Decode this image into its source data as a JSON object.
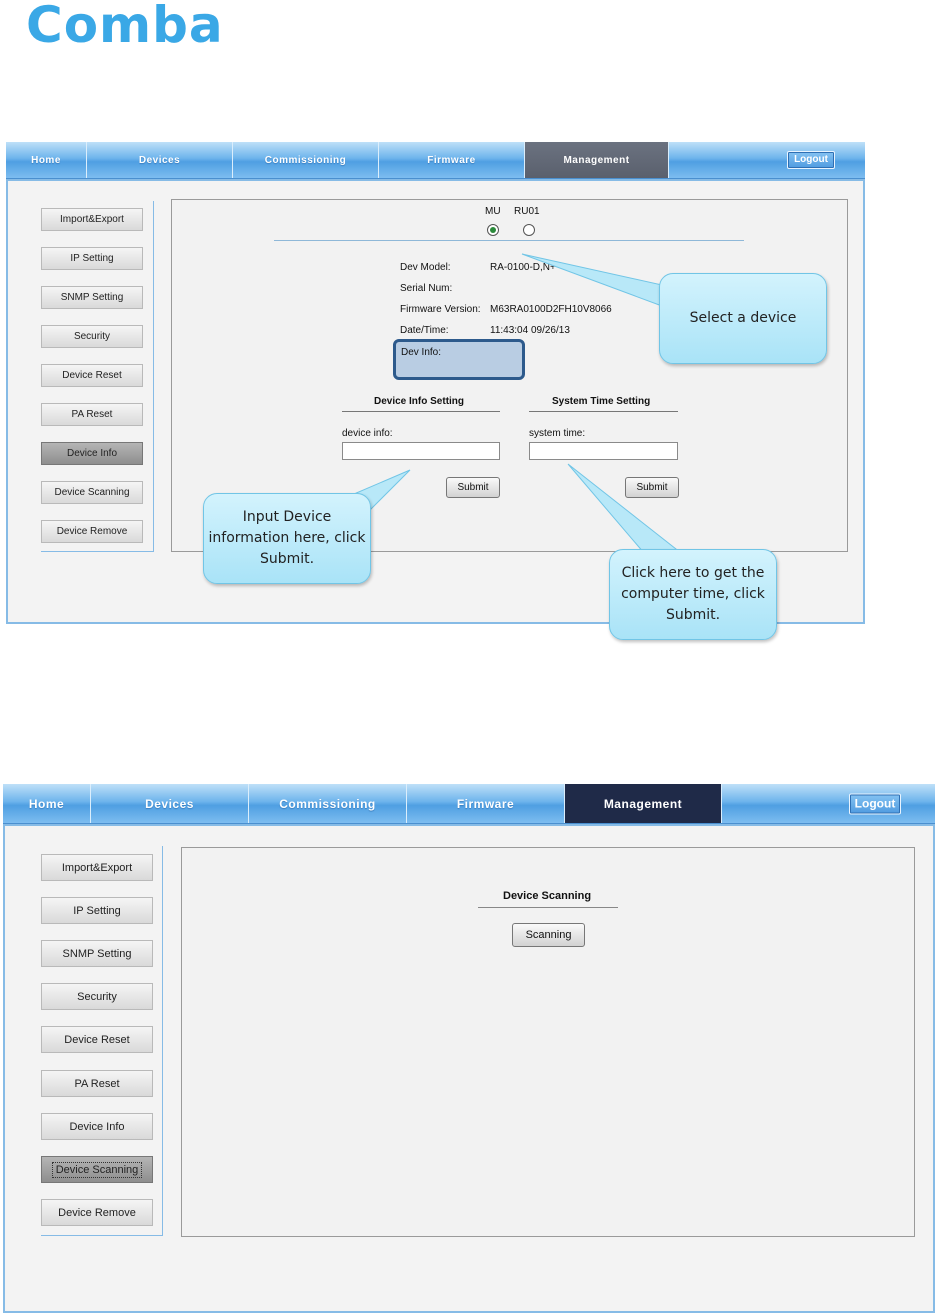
{
  "brand": {
    "logo_text": "Comba"
  },
  "screen1": {
    "nav": [
      "Home",
      "Devices",
      "Commissioning",
      "Firmware",
      "Management"
    ],
    "logout": "Logout",
    "sidebar": [
      "Import&Export",
      "IP Setting",
      "SNMP Setting",
      "Security",
      "Device Reset",
      "PA Reset",
      "Device Info",
      "Device Scanning",
      "Device Remove"
    ],
    "device_select": {
      "options": [
        "MU",
        "RU01"
      ],
      "selected": "MU"
    },
    "info": {
      "dev_model_label": "Dev Model:",
      "dev_model_value": "RA-0100-D,N+",
      "serial_label": "Serial Num:",
      "serial_value": "",
      "firmware_label": "Firmware Version:",
      "firmware_value": "M63RA0100D2FH10V8066",
      "datetime_label": "Date/Time:",
      "datetime_value": "11:43:04 09/26/13",
      "devinfo_label": "Dev Info:"
    },
    "device_info_setting": {
      "title": "Device Info Setting",
      "field_label": "device info:",
      "value": "",
      "submit": "Submit"
    },
    "system_time_setting": {
      "title": "System Time Setting",
      "field_label": "system time:",
      "value": "",
      "submit": "Submit"
    },
    "callouts": {
      "select_device": "Select a device",
      "input_device": "Input Device information here, click Submit.",
      "computer_time": "Click here to get the computer time, click Submit."
    }
  },
  "screen2": {
    "nav": [
      "Home",
      "Devices",
      "Commissioning",
      "Firmware",
      "Management"
    ],
    "logout": "Logout",
    "sidebar": [
      "Import&Export",
      "IP Setting",
      "SNMP Setting",
      "Security",
      "Device Reset",
      "PA Reset",
      "Device Info",
      "Device Scanning",
      "Device Remove"
    ],
    "scanning": {
      "title": "Device Scanning",
      "button": "Scanning"
    }
  },
  "colors": {
    "brand": "#3aa8e6",
    "nav_active": "#5a606d",
    "nav_active_dark": "#1f2a48",
    "callout": "#a9e3f7"
  }
}
